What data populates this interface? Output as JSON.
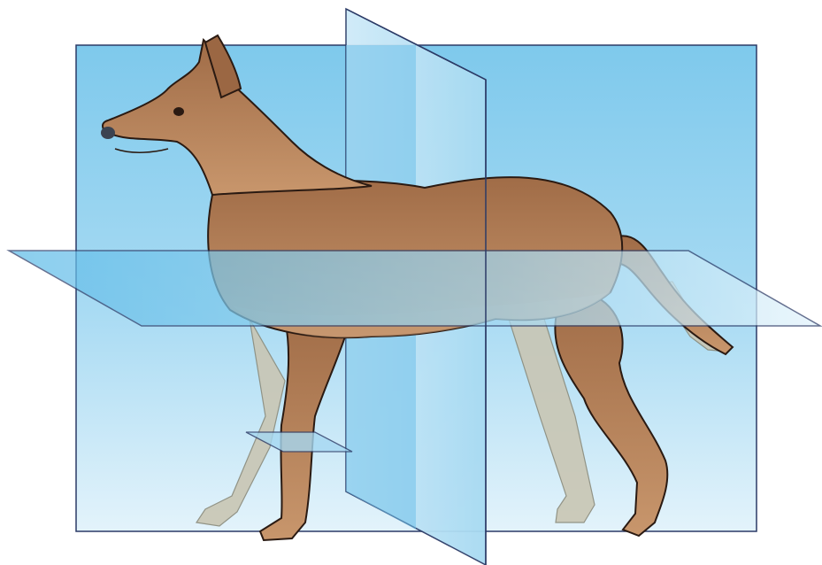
{
  "diagram": {
    "subject": "dog",
    "planes": [
      {
        "id": "sagittal-plane",
        "orientation": "vertical-longitudinal"
      },
      {
        "id": "transverse-plane",
        "orientation": "vertical-cross"
      },
      {
        "id": "dorsal-plane",
        "orientation": "horizontal"
      },
      {
        "id": "limb-transverse-plane",
        "orientation": "horizontal-small"
      }
    ],
    "colors": {
      "plane_fill_top": "#7ec9ec",
      "plane_fill_bottom": "#dff1fb",
      "plane_outline": "#2b3a66",
      "dog_coat": "#b07a52",
      "dog_coat_light": "#c9996f",
      "dog_outline": "#2a1a12",
      "hidden_limbs": "#c9c6b4"
    }
  }
}
